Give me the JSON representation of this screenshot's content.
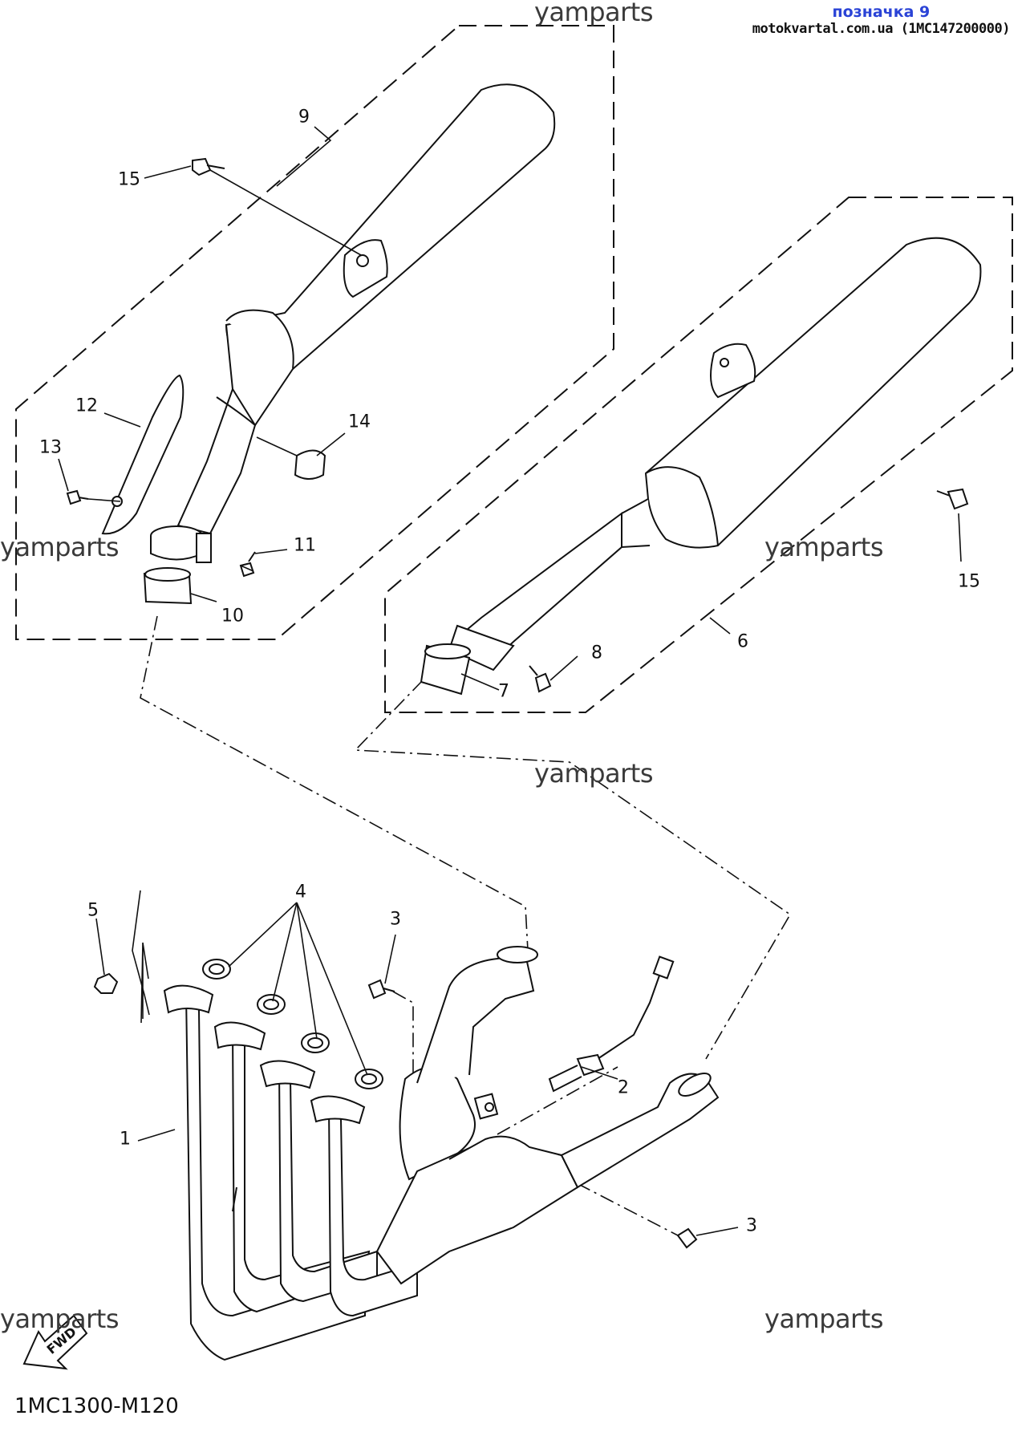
{
  "header": {
    "title": "позначка 9",
    "source": "motokvartal.com.ua (1MC147200000)"
  },
  "watermarks": [
    "yamparts",
    "yamparts",
    "yamparts",
    "yamparts",
    "yamparts",
    "yamparts"
  ],
  "callouts": [
    "9",
    "15",
    "12",
    "13",
    "14",
    "11",
    "10",
    "15",
    "6",
    "8",
    "7",
    "4",
    "5",
    "3",
    "2",
    "1",
    "3"
  ],
  "fwd_label": "FWD",
  "diagram_code": "1MC1300-M120"
}
